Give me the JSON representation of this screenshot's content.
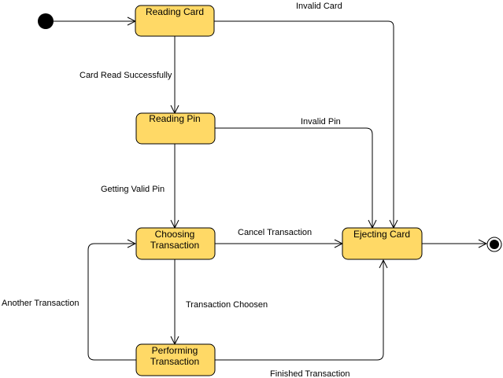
{
  "colors": {
    "state_fill": "#ffd966",
    "stroke": "#000000",
    "background": "#ffffff"
  },
  "nodes": {
    "initial": {
      "kind": "initial-pseudostate"
    },
    "final": {
      "kind": "final-state"
    }
  },
  "states": {
    "reading_card": {
      "line1": "Reading Card",
      "line2": ""
    },
    "reading_pin": {
      "line1": "Reading Pin",
      "line2": ""
    },
    "choosing_transaction": {
      "line1": "Choosing",
      "line2": "Transaction"
    },
    "performing_transaction": {
      "line1": "Performing",
      "line2": "Transaction"
    },
    "ejecting_card": {
      "line1": "Ejecting Card",
      "line2": ""
    }
  },
  "transitions": {
    "invalid_card": "Invalid Card",
    "card_read_successfully": "Card Read Successfully",
    "invalid_pin": "Invalid Pin",
    "getting_valid_pin": "Getting Valid Pin",
    "cancel_transaction": "Cancel Transaction",
    "transaction_choosen": "Transaction Choosen",
    "another_transaction": "Another Transaction",
    "finished_transaction": "Finished Transaction"
  }
}
